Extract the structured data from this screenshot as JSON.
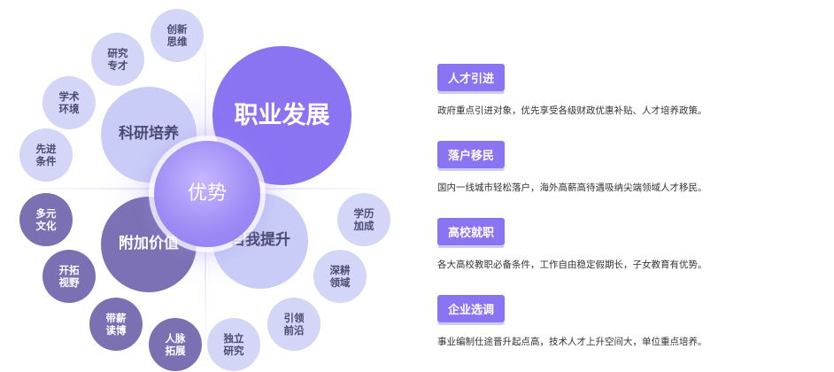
{
  "center_label": "优势",
  "quadrants": {
    "career": "职业发展",
    "research": "科研培养",
    "added_value": "附加价值",
    "self_improvement": "自我提升"
  },
  "satellites": {
    "innovative_thinking": "创新\n思维",
    "research_talent": "研究\n专才",
    "academic_environment": "学术\n环境",
    "advanced_conditions": "先进\n条件",
    "diverse_culture": "多元\n文化",
    "broaden_horizon": "开拓\n视野",
    "paid_phd": "带薪\n读博",
    "expand_network": "人脉\n拓展",
    "independent_research": "独立\n研究",
    "lead_frontier": "引领\n前沿",
    "deep_cultivation": "深耕\n领域",
    "degree_bonus": "学历\n加成"
  },
  "benefits": [
    {
      "title": "人才引进",
      "desc": "政府重点引进对象，优先享受各级财政优惠补贴、人才培养政策。"
    },
    {
      "title": "落户移民",
      "desc": "国内一线城市轻松落户，海外高薪高待遇吸纳尖端领域人才移民。"
    },
    {
      "title": "高校就职",
      "desc": "各大高校教职必备条件，工作自由稳定假期长，子女教育有优势。"
    },
    {
      "title": "企业选调",
      "desc": "事业编制仕途晋升起点高，技术人才上升空间大，单位重点培养。"
    }
  ]
}
